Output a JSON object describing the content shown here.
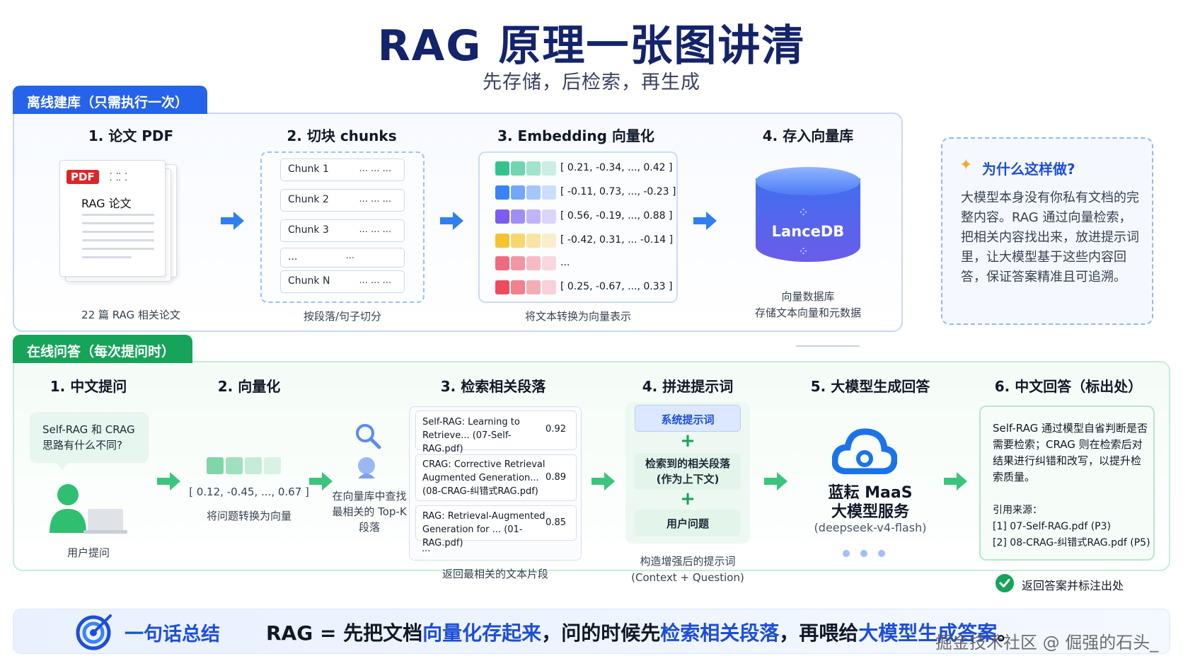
{
  "header": {
    "title": "RAG 原理一张图讲清",
    "subtitle": "先存储，后检索，再生成"
  },
  "offline": {
    "tag": "离线建库（只需执行一次）",
    "steps": [
      {
        "title": "1. 论文 PDF",
        "caption": "22 篇 RAG 相关论文",
        "badge": "PDF",
        "doc_label": "RAG 论文"
      },
      {
        "title": "2. 切块 chunks",
        "caption": "按段落/句子切分"
      },
      {
        "title": "3. Embedding 向量化",
        "caption": "将文本转换为向量表示"
      },
      {
        "title": "4. 存入向量库",
        "caption_line1": "向量数据库",
        "caption_line2": "存储文本向量和元数据",
        "db_name": "LanceDB"
      }
    ],
    "chunks": [
      {
        "label": "Chunk 1",
        "dots": "... ... ..."
      },
      {
        "label": "Chunk 2",
        "dots": "... ... ..."
      },
      {
        "label": "Chunk 3",
        "dots": "... ... ..."
      },
      {
        "label": "...",
        "dots": "..."
      },
      {
        "label": "Chunk N",
        "dots": "... ... ..."
      }
    ],
    "embeddings": [
      {
        "text": "[ 0.21, -0.34, ..., 0.42 ]",
        "color": "#34c38f"
      },
      {
        "text": "[ -0.11, 0.73, ..., -0.23 ]",
        "color": "#3b82f6"
      },
      {
        "text": "[ 0.56, -0.19, ..., 0.88 ]",
        "color": "#7c5cf0"
      },
      {
        "text": "[ -0.42, 0.31, ... -0.14 ]",
        "color": "#f4c430"
      },
      {
        "text": "...",
        "color": "#f06a7e"
      },
      {
        "text": "[ 0.25, -0.67, ..., 0.33 ]",
        "color": "#ef4a5f"
      }
    ]
  },
  "why": {
    "title": "为什么这样做?",
    "text": "大模型本身没有你私有文档的完整内容。RAG 通过向量检索，把相关内容找出来，放进提示词里，让大模型基于这些内容回答，保证答案精准且可追溯。"
  },
  "online": {
    "tag": "在线问答（每次提问时）",
    "steps": [
      {
        "title": "1. 中文提问",
        "question": "Self-RAG 和 CRAG 思路有什么不同?",
        "caption": "用户提问"
      },
      {
        "title": "2. 向量化",
        "vector": "[ 0.12, -0.45, ..., 0.67 ]",
        "caption": "将问题转换为向量"
      },
      {
        "title": "3. 检索相关段落",
        "search_caption": "在向量库中查找最相关的 Top-K 段落",
        "caption": "返回最相关的文本片段"
      },
      {
        "title": "4. 拼进提示词",
        "caption_line1": "构造增强后的提示词",
        "caption_line2": "(Context + Question)"
      },
      {
        "title": "5. 大模型生成回答",
        "service_line1": "蓝耘 MaaS",
        "service_line2": "大模型服务",
        "model": "(deepseek-v4-flash)"
      },
      {
        "title": "6. 中文回答（标出处）",
        "caption": "返回答案并标注出处"
      }
    ],
    "results": [
      {
        "text": "Self-RAG: Learning to Retrieve... (07-Self-RAG.pdf)",
        "score": "0.92"
      },
      {
        "text": "CRAG: Corrective Retrieval Augmented Generation... (08-CRAG-纠错式RAG.pdf)",
        "score": "0.89"
      },
      {
        "text": "RAG: Retrieval-Augmented Generation for ... (01-RAG.pdf)",
        "score": "0.85"
      }
    ],
    "results_more": "...",
    "prompt_parts": [
      "系统提示词",
      "检索到的相关段落\n(作为上下文)",
      "用户问题"
    ],
    "answer": {
      "text": "Self-RAG 通过模型自省判断是否需要检索；CRAG 则在检索后对结果进行纠错和改写，以提升检索质量。",
      "sources_title": "引用来源：",
      "sources": [
        "[1] 07-Self-RAG.pdf (P3)",
        "[2] 08-CRAG-纠错式RAG.pdf (P5)"
      ]
    }
  },
  "summary": {
    "label": "一句话总结",
    "prefix": "RAG = 先把文档",
    "hl1": "向量化存起来",
    "mid": "，问的时候先",
    "hl2": "检索相关段落",
    "mid2": "，再喂给",
    "hl3": "大模型生成答案",
    "suffix": "。"
  },
  "watermark": "掘金技术社区 @ 倔强的石头_",
  "colors": {
    "primary": "#2563eb",
    "green": "#16a35a",
    "title": "#14246b"
  }
}
